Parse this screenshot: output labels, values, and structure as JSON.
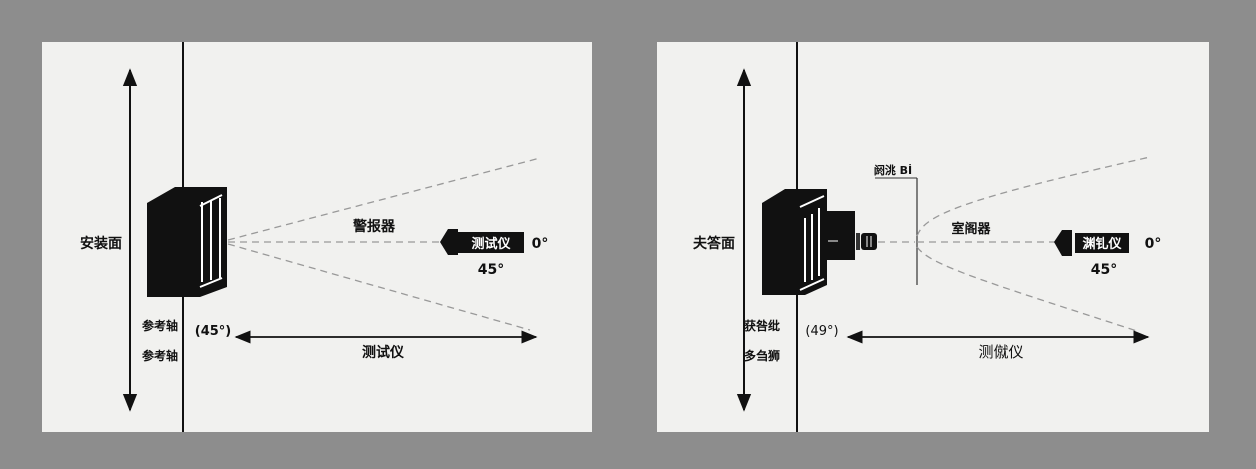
{
  "left_panel": {
    "mounting_surface": "安装面",
    "alarm": "警报器",
    "tester_tag": "测试仪",
    "angle_zero": "0°",
    "angle_45": "45°",
    "angle_45_paren": "(45°)",
    "reference_axis_1": "参考轴",
    "reference_axis_2": "参考轴",
    "distance_label": "测试仪"
  },
  "right_panel": {
    "mounting_surface": "夫答面",
    "top_label": "阏洮 Bİ",
    "alarm": "室阁器",
    "tester_tag": "渊钆仪",
    "angle_zero": "0°",
    "angle_45": "45°",
    "angle_45_paren": "(49°)",
    "reference_axis_1": "获咎纰",
    "reference_axis_2": "多刍狮",
    "distance_label": "测僦仪"
  },
  "colors": {
    "background": "#8d8d8d",
    "panel": "#f1f1ef",
    "ink": "#111111"
  }
}
